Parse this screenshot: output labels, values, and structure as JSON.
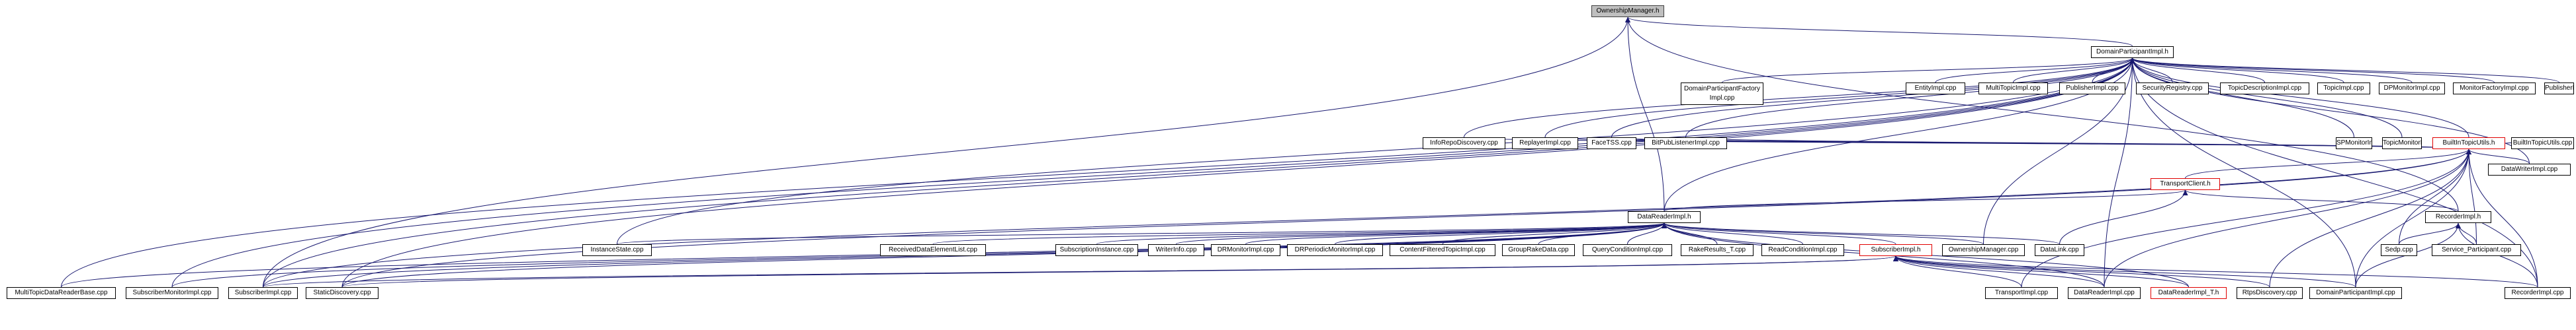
{
  "diagram": {
    "nodes": [
      {
        "id": "ownership_h",
        "label": "OwnershipManager.h",
        "style": "focus"
      },
      {
        "id": "dpi_h",
        "label": "DomainParticipantImpl.h",
        "style": "normal"
      },
      {
        "id": "dpfi",
        "label": "DomainParticipantFactory\nImpl.cpp",
        "style": "normal"
      },
      {
        "id": "entityimpl",
        "label": "EntityImpl.cpp",
        "style": "normal"
      },
      {
        "id": "multitopicimpl",
        "label": "MultiTopicImpl.cpp",
        "style": "normal"
      },
      {
        "id": "publisherimpl",
        "label": "PublisherImpl.cpp",
        "style": "normal"
      },
      {
        "id": "secreg",
        "label": "SecurityRegistry.cpp",
        "style": "normal"
      },
      {
        "id": "topicdesc",
        "label": "TopicDescriptionImpl.cpp",
        "style": "normal"
      },
      {
        "id": "topicimpl",
        "label": "TopicImpl.cpp",
        "style": "normal"
      },
      {
        "id": "dpmon",
        "label": "DPMonitorImpl.cpp",
        "style": "normal"
      },
      {
        "id": "monfact",
        "label": "MonitorFactoryImpl.cpp",
        "style": "normal"
      },
      {
        "id": "pubmon",
        "label": "PublisherMonitorImpl.cpp",
        "style": "normal"
      },
      {
        "id": "spmon",
        "label": "SPMonitorImpl.cpp",
        "style": "normal"
      },
      {
        "id": "topicmon",
        "label": "TopicMonitorImpl.cpp",
        "style": "normal"
      },
      {
        "id": "bitutils_h",
        "label": "BuiltInTopicUtils.h",
        "style": "red"
      },
      {
        "id": "inforepo",
        "label": "InfoRepoDiscovery.cpp",
        "style": "normal"
      },
      {
        "id": "replayer",
        "label": "ReplayerImpl.cpp",
        "style": "normal"
      },
      {
        "id": "facetss",
        "label": "FaceTSS.cpp",
        "style": "normal"
      },
      {
        "id": "bitpub",
        "label": "BitPubListenerImpl.cpp",
        "style": "normal"
      },
      {
        "id": "bitutils_cpp",
        "label": "BuiltInTopicUtils.cpp",
        "style": "normal"
      },
      {
        "id": "datawriter",
        "label": "DataWriterImpl.cpp",
        "style": "normal"
      },
      {
        "id": "transportclient_h",
        "label": "TransportClient.h",
        "style": "red"
      },
      {
        "id": "datareader_h",
        "label": "DataReaderImpl.h",
        "style": "normal"
      },
      {
        "id": "recorder_h",
        "label": "RecorderImpl.h",
        "style": "normal"
      },
      {
        "id": "instancestate",
        "label": "InstanceState.cpp",
        "style": "normal"
      },
      {
        "id": "recvdata",
        "label": "ReceivedDataElementList.cpp",
        "style": "normal"
      },
      {
        "id": "subinst",
        "label": "SubscriptionInstance.cpp",
        "style": "normal"
      },
      {
        "id": "writerinfo",
        "label": "WriterInfo.cpp",
        "style": "normal"
      },
      {
        "id": "drmon",
        "label": "DRMonitorImpl.cpp",
        "style": "normal"
      },
      {
        "id": "drperiodic",
        "label": "DRPeriodicMonitorImpl.cpp",
        "style": "normal"
      },
      {
        "id": "cftopic",
        "label": "ContentFilteredTopicImpl.cpp",
        "style": "normal"
      },
      {
        "id": "grouprake",
        "label": "GroupRakeData.cpp",
        "style": "normal"
      },
      {
        "id": "querycond",
        "label": "QueryConditionImpl.cpp",
        "style": "normal"
      },
      {
        "id": "rakeresults",
        "label": "RakeResults_T.cpp",
        "style": "normal"
      },
      {
        "id": "readcond",
        "label": "ReadConditionImpl.cpp",
        "style": "normal"
      },
      {
        "id": "subimpl_h",
        "label": "SubscriberImpl.h",
        "style": "red"
      },
      {
        "id": "ownership_cpp",
        "label": "OwnershipManager.cpp",
        "style": "normal"
      },
      {
        "id": "datalink",
        "label": "DataLink.cpp",
        "style": "normal"
      },
      {
        "id": "sedp",
        "label": "Sedp.cpp",
        "style": "normal"
      },
      {
        "id": "servicepart",
        "label": "Service_Participant.cpp",
        "style": "normal"
      },
      {
        "id": "multitopicdrb",
        "label": "MultiTopicDataReaderBase.cpp",
        "style": "normal"
      },
      {
        "id": "submon",
        "label": "SubscriberMonitorImpl.cpp",
        "style": "normal"
      },
      {
        "id": "subimpl_cpp",
        "label": "SubscriberImpl.cpp",
        "style": "normal"
      },
      {
        "id": "staticdisc",
        "label": "StaticDiscovery.cpp",
        "style": "normal"
      },
      {
        "id": "transportimpl",
        "label": "TransportImpl.cpp",
        "style": "normal"
      },
      {
        "id": "datareader_cpp",
        "label": "DataReaderImpl.cpp",
        "style": "normal"
      },
      {
        "id": "datareader_t",
        "label": "DataReaderImpl_T.h",
        "style": "red"
      },
      {
        "id": "rtpsdisc",
        "label": "RtpsDiscovery.cpp",
        "style": "normal"
      },
      {
        "id": "dpi_cpp",
        "label": "DomainParticipantImpl.cpp",
        "style": "normal"
      },
      {
        "id": "recorder_cpp",
        "label": "RecorderImpl.cpp",
        "style": "normal"
      }
    ],
    "edges": [
      [
        "dpi_h",
        "ownership_h"
      ],
      [
        "datareader_h",
        "ownership_h"
      ],
      [
        "recorder_h",
        "ownership_h"
      ],
      [
        "subimpl_cpp",
        "ownership_h"
      ],
      [
        "dpfi",
        "dpi_h"
      ],
      [
        "entityimpl",
        "dpi_h"
      ],
      [
        "multitopicimpl",
        "dpi_h"
      ],
      [
        "publisherimpl",
        "dpi_h"
      ],
      [
        "secreg",
        "dpi_h"
      ],
      [
        "topicdesc",
        "dpi_h"
      ],
      [
        "topicimpl",
        "dpi_h"
      ],
      [
        "dpmon",
        "dpi_h"
      ],
      [
        "monfact",
        "dpi_h"
      ],
      [
        "pubmon",
        "dpi_h"
      ],
      [
        "spmon",
        "dpi_h"
      ],
      [
        "topicmon",
        "dpi_h"
      ],
      [
        "bitutils_h",
        "dpi_h"
      ],
      [
        "inforepo",
        "dpi_h"
      ],
      [
        "replayer",
        "dpi_h"
      ],
      [
        "facetss",
        "dpi_h"
      ],
      [
        "bitpub",
        "dpi_h"
      ],
      [
        "datawriter",
        "dpi_h"
      ],
      [
        "instancestate",
        "dpi_h"
      ],
      [
        "multitopicdrb",
        "dpi_h"
      ],
      [
        "submon",
        "dpi_h"
      ],
      [
        "subimpl_cpp",
        "dpi_h"
      ],
      [
        "staticdisc",
        "dpi_h"
      ],
      [
        "datareader_cpp",
        "dpi_h"
      ],
      [
        "dpi_cpp",
        "dpi_h"
      ],
      [
        "recorder_cpp",
        "dpi_h"
      ],
      [
        "datareader_h",
        "dpi_h"
      ],
      [
        "ownership_cpp",
        "dpi_h"
      ],
      [
        "inforepo",
        "bitutils_h"
      ],
      [
        "replayer",
        "bitutils_h"
      ],
      [
        "facetss",
        "bitutils_h"
      ],
      [
        "bitpub",
        "bitutils_h"
      ],
      [
        "bitutils_cpp",
        "bitutils_h"
      ],
      [
        "datawriter",
        "bitutils_h"
      ],
      [
        "transportclient_h",
        "bitutils_h"
      ],
      [
        "sedp",
        "bitutils_h"
      ],
      [
        "servicepart",
        "bitutils_h"
      ],
      [
        "rtpsdisc",
        "bitutils_h"
      ],
      [
        "dpi_cpp",
        "bitutils_h"
      ],
      [
        "recorder_cpp",
        "bitutils_h"
      ],
      [
        "subimpl_cpp",
        "bitutils_h"
      ],
      [
        "transportimpl",
        "bitutils_h"
      ],
      [
        "datareader_cpp",
        "bitutils_h"
      ],
      [
        "staticdisc",
        "bitutils_h"
      ],
      [
        "datareader_h",
        "transportclient_h"
      ],
      [
        "recorder_h",
        "transportclient_h"
      ],
      [
        "datalink",
        "transportclient_h"
      ],
      [
        "sedp",
        "recorder_h"
      ],
      [
        "servicepart",
        "recorder_h"
      ],
      [
        "dpi_cpp",
        "recorder_h"
      ],
      [
        "recorder_cpp",
        "recorder_h"
      ],
      [
        "instancestate",
        "datareader_h"
      ],
      [
        "recvdata",
        "datareader_h"
      ],
      [
        "subinst",
        "datareader_h"
      ],
      [
        "writerinfo",
        "datareader_h"
      ],
      [
        "drmon",
        "datareader_h"
      ],
      [
        "drperiodic",
        "datareader_h"
      ],
      [
        "cftopic",
        "datareader_h"
      ],
      [
        "grouprake",
        "datareader_h"
      ],
      [
        "querycond",
        "datareader_h"
      ],
      [
        "rakeresults",
        "datareader_h"
      ],
      [
        "readcond",
        "datareader_h"
      ],
      [
        "subimpl_h",
        "datareader_h"
      ],
      [
        "ownership_cpp",
        "datareader_h"
      ],
      [
        "datalink",
        "datareader_h"
      ],
      [
        "multitopicdrb",
        "datareader_h"
      ],
      [
        "submon",
        "datareader_h"
      ],
      [
        "subimpl_cpp",
        "datareader_h"
      ],
      [
        "staticdisc",
        "datareader_h"
      ],
      [
        "datareader_cpp",
        "datareader_h"
      ],
      [
        "datareader_t",
        "datareader_h"
      ],
      [
        "transportimpl",
        "subimpl_h"
      ],
      [
        "datareader_cpp",
        "subimpl_h"
      ],
      [
        "datareader_t",
        "subimpl_h"
      ],
      [
        "rtpsdisc",
        "subimpl_h"
      ],
      [
        "dpi_cpp",
        "subimpl_h"
      ],
      [
        "recorder_cpp",
        "subimpl_h"
      ],
      [
        "subimpl_cpp",
        "subimpl_h"
      ],
      [
        "staticdisc",
        "subimpl_h"
      ]
    ]
  }
}
